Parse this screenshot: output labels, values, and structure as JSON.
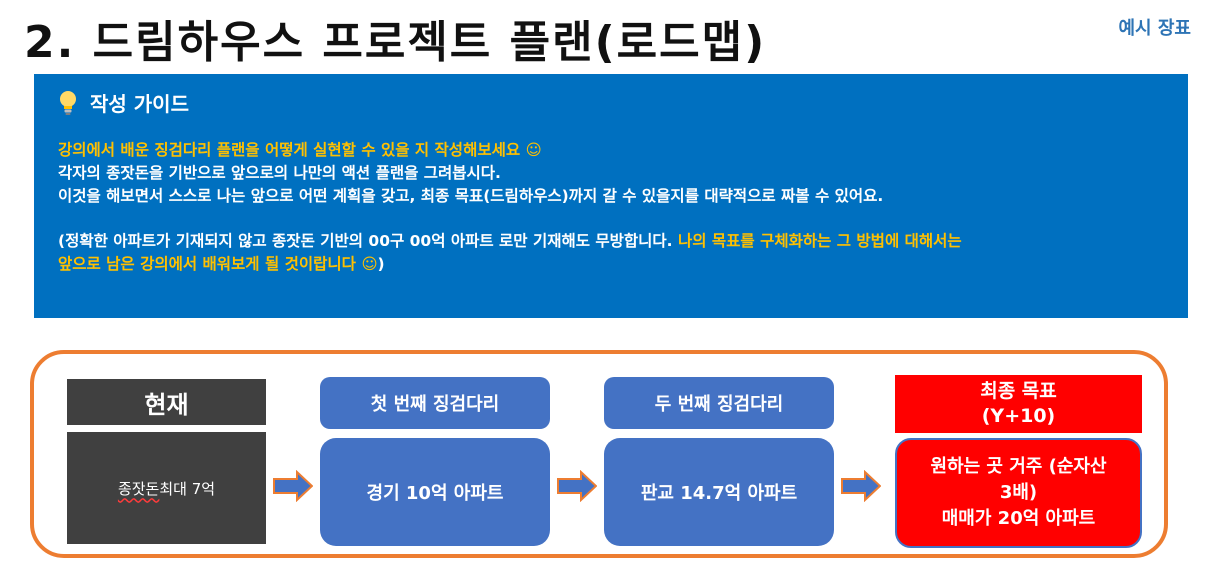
{
  "page": {
    "title": "2. 드림하우스 프로젝트 플랜(로드맵)",
    "tag": "예시 장표"
  },
  "guide": {
    "heading": "작성 가이드",
    "line1": "강의에서 배운 징검다리 플랜을 어떻게 실현할 수 있을 지 작성해보세요 ☺",
    "line2": "각자의 종잣돈을 기반으로 앞으로의 나만의 액션 플랜을 그려봅시다.",
    "line3": "이것을 해보면서 스스로 나는 앞으로 어떤 계획을 갖고, 최종 목표(드림하우스)까지 갈 수 있을지를 대략적으로 짜볼 수 있어요.",
    "line4_white": "(정확한 아파트가 기재되지 않고 종잣돈 기반의 00구 00억 아파트 로만 기재해도 무방합니다.",
    "line4_yellow": " 나의 목표를 구체화하는 그 방법에 대해서는",
    "line5_yellow": "앞으로 남은 강의에서 배워보게 될 것이랍니다 ☺",
    "line5_white": ")"
  },
  "roadmap": {
    "current_header": "현재",
    "current_value_underlined": "종잣돈",
    "current_value_rest": " 최대 7억",
    "step1_header": "첫 번째 징검다리",
    "step1_value": "경기 10억 아파트",
    "step2_header": "두 번째 징검다리",
    "step2_value": "판교 14.7억 아파트",
    "goal_header_line1": "최종 목표",
    "goal_header_line2": "(Y+10)",
    "goal_value_line1": "원하는 곳 거주 (순자산",
    "goal_value_line2": "3배)",
    "goal_value_line3": "매매가 20억 아파트"
  },
  "colors": {
    "guide_bg": "#0070c0",
    "highlight": "#ffc000",
    "frame": "#ed7d31",
    "step_blue": "#4472c4",
    "goal_red": "#ff0000",
    "current_dark": "#404040"
  }
}
